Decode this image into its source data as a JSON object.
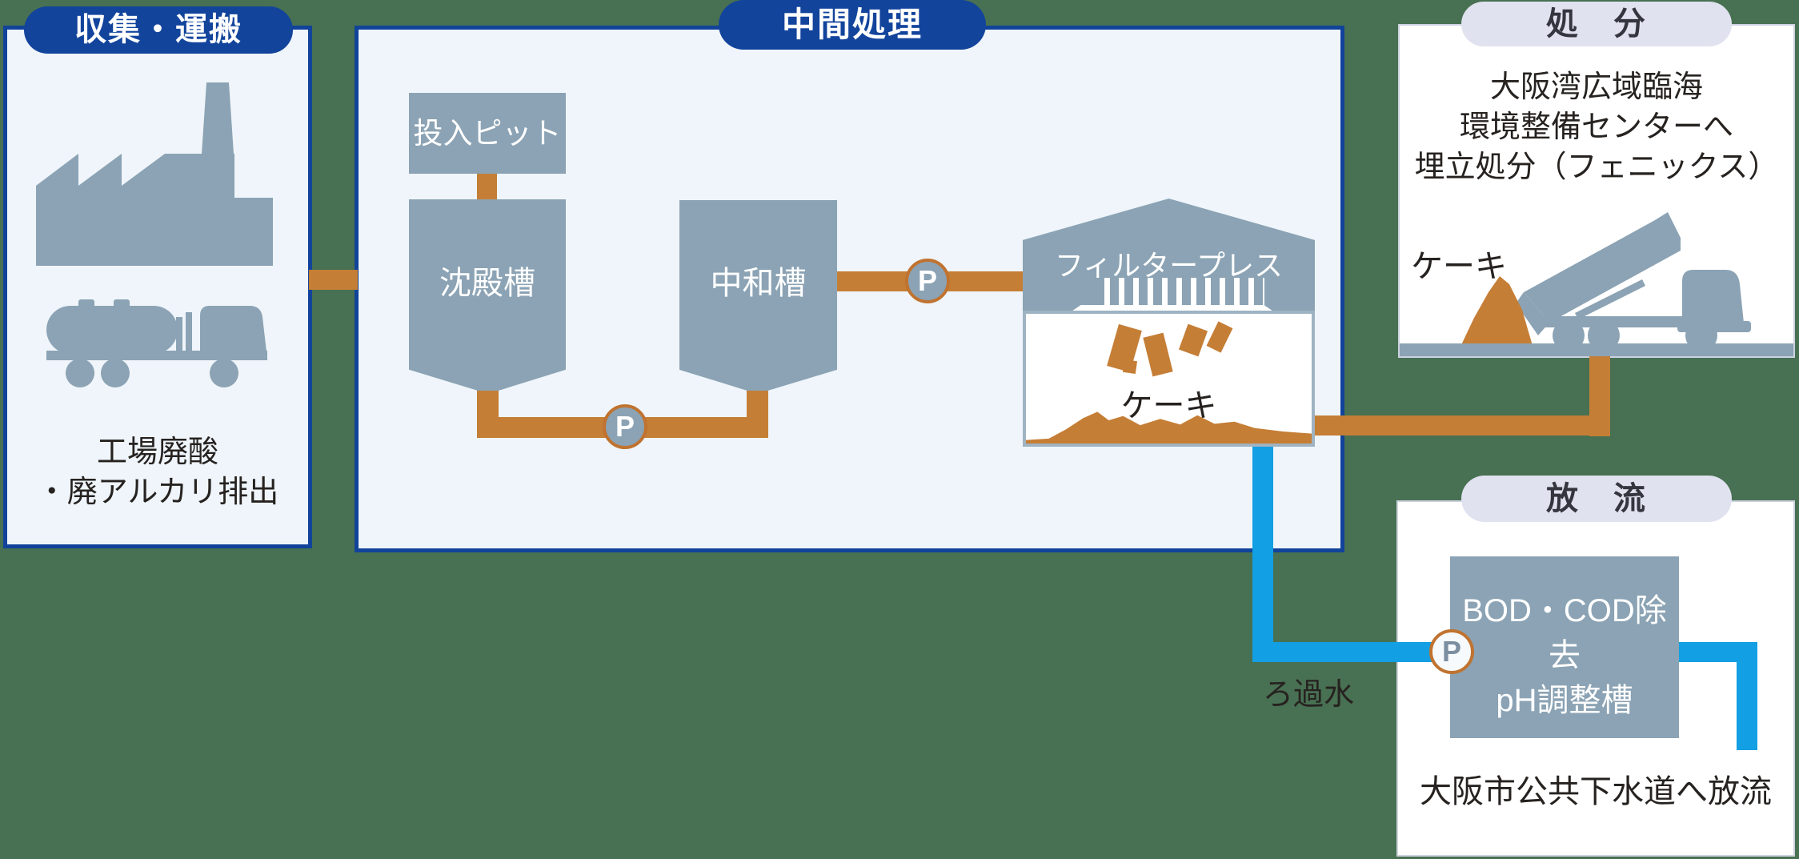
{
  "colors": {
    "background": "#487052",
    "navy": "#12449c",
    "panel_blue": "#eff5fa",
    "lavender_pill": "#e0e2ef",
    "gray_blue": "#8ba3b4",
    "pipe_orange": "#c57e35",
    "pipe_cyan": "#129fe3",
    "text_black": "#262220"
  },
  "pump_label": "P",
  "panels": {
    "collection": {
      "title": "収集・運搬",
      "caption_line1": "工場廃酸",
      "caption_line2": "・廃アルカリ排出"
    },
    "intermediate": {
      "title": "中間処理",
      "pit_label": "投入ピット",
      "sedimentation_label": "沈殿槽",
      "neutralization_label": "中和槽",
      "filter_press_label": "フィルタープレス",
      "cake_label": "ケーキ"
    },
    "disposal": {
      "title": "処　分",
      "destination_line1": "大阪湾広域臨海",
      "destination_line2": "環境整備センターへ",
      "destination_line3": "埋立処分（フェニックス）",
      "cake_label": "ケーキ"
    },
    "discharge": {
      "title": "放　流",
      "tank_line1": "BOD・COD除去",
      "tank_line2": "pH調整槽",
      "caption": "大阪市公共下水道へ放流"
    }
  },
  "flow_labels": {
    "filtrate": "ろ過水"
  }
}
